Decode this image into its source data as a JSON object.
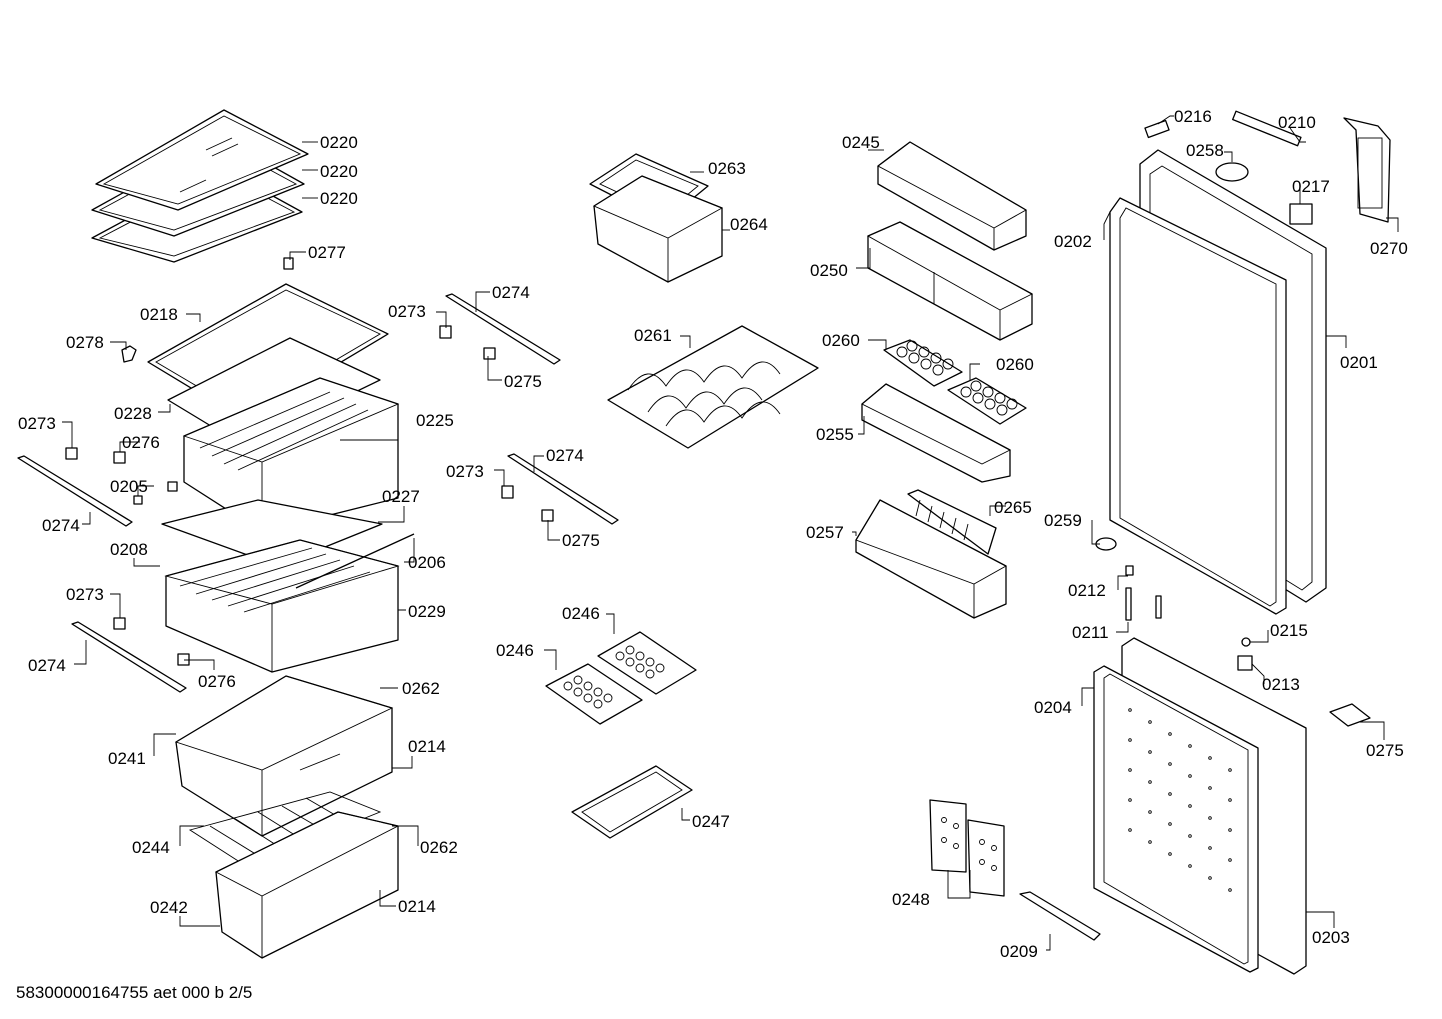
{
  "footer": "58300000164755 aet 000 b 2/5",
  "labels": {
    "l0220a": "0220",
    "l0220b": "0220",
    "l0220c": "0220",
    "l0277": "0277",
    "l0218": "0218",
    "l0278": "0278",
    "l0228": "0228",
    "l0225": "0225",
    "l0273a": "0273",
    "l0276a": "0276",
    "l0205": "0205",
    "l0274a": "0274",
    "l0227": "0227",
    "l0208": "0208",
    "l0206": "0206",
    "l0229": "0229",
    "l0273b": "0273",
    "l0274b": "0274",
    "l0276b": "0276",
    "l0262a": "0262",
    "l0241": "0241",
    "l0214a": "0214",
    "l0244": "0244",
    "l0262b": "0262",
    "l0242": "0242",
    "l0214b": "0214",
    "l0263": "0263",
    "l0264": "0264",
    "l0273c": "0273",
    "l0274c": "0274",
    "l0275a": "0275",
    "l0261": "0261",
    "l0273d": "0273",
    "l0274d": "0274",
    "l0275b": "0275",
    "l0246a": "0246",
    "l0246b": "0246",
    "l0247": "0247",
    "l0245": "0245",
    "l0250": "0250",
    "l0260a": "0260",
    "l0260b": "0260",
    "l0255": "0255",
    "l0265": "0265",
    "l0257": "0257",
    "l0248": "0248",
    "l0209": "0209",
    "l0216": "0216",
    "l0210": "0210",
    "l0258": "0258",
    "l0217": "0217",
    "l0202": "0202",
    "l0270": "0270",
    "l0201": "0201",
    "l0259": "0259",
    "l0212": "0212",
    "l0211": "0211",
    "l0215": "0215",
    "l0213": "0213",
    "l0204": "0204",
    "l0275c": "0275",
    "l0203": "0203"
  }
}
